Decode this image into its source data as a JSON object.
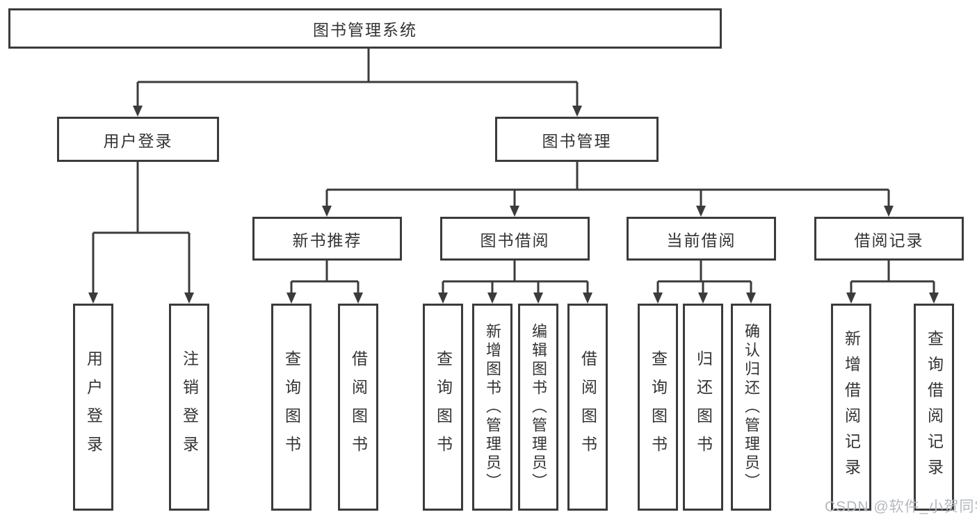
{
  "colors": {
    "line": "#3b3b3b",
    "text": "#333333",
    "background": "#ffffff",
    "watermark": "#b4b7bf"
  },
  "watermark": "CSDN @软件_小贺同学",
  "tree": {
    "label": "图书管理系统",
    "children": [
      {
        "label": "用户登录",
        "children": [
          {
            "label": "用户登录"
          },
          {
            "label": "注销登录"
          }
        ]
      },
      {
        "label": "图书管理",
        "children": [
          {
            "label": "新书推荐",
            "children": [
              {
                "label": "查询图书"
              },
              {
                "label": "借阅图书"
              }
            ]
          },
          {
            "label": "图书借阅",
            "children": [
              {
                "label": "查询图书"
              },
              {
                "label": "新增图书（管理员）"
              },
              {
                "label": "编辑图书（管理员）"
              },
              {
                "label": "借阅图书"
              }
            ]
          },
          {
            "label": "当前借阅",
            "children": [
              {
                "label": "查询图书"
              },
              {
                "label": "归还图书"
              },
              {
                "label": "确认归还（管理员）"
              }
            ]
          },
          {
            "label": "借阅记录",
            "children": [
              {
                "label": "新增借阅记录"
              },
              {
                "label": "查询借阅记录"
              }
            ]
          }
        ]
      }
    ]
  }
}
